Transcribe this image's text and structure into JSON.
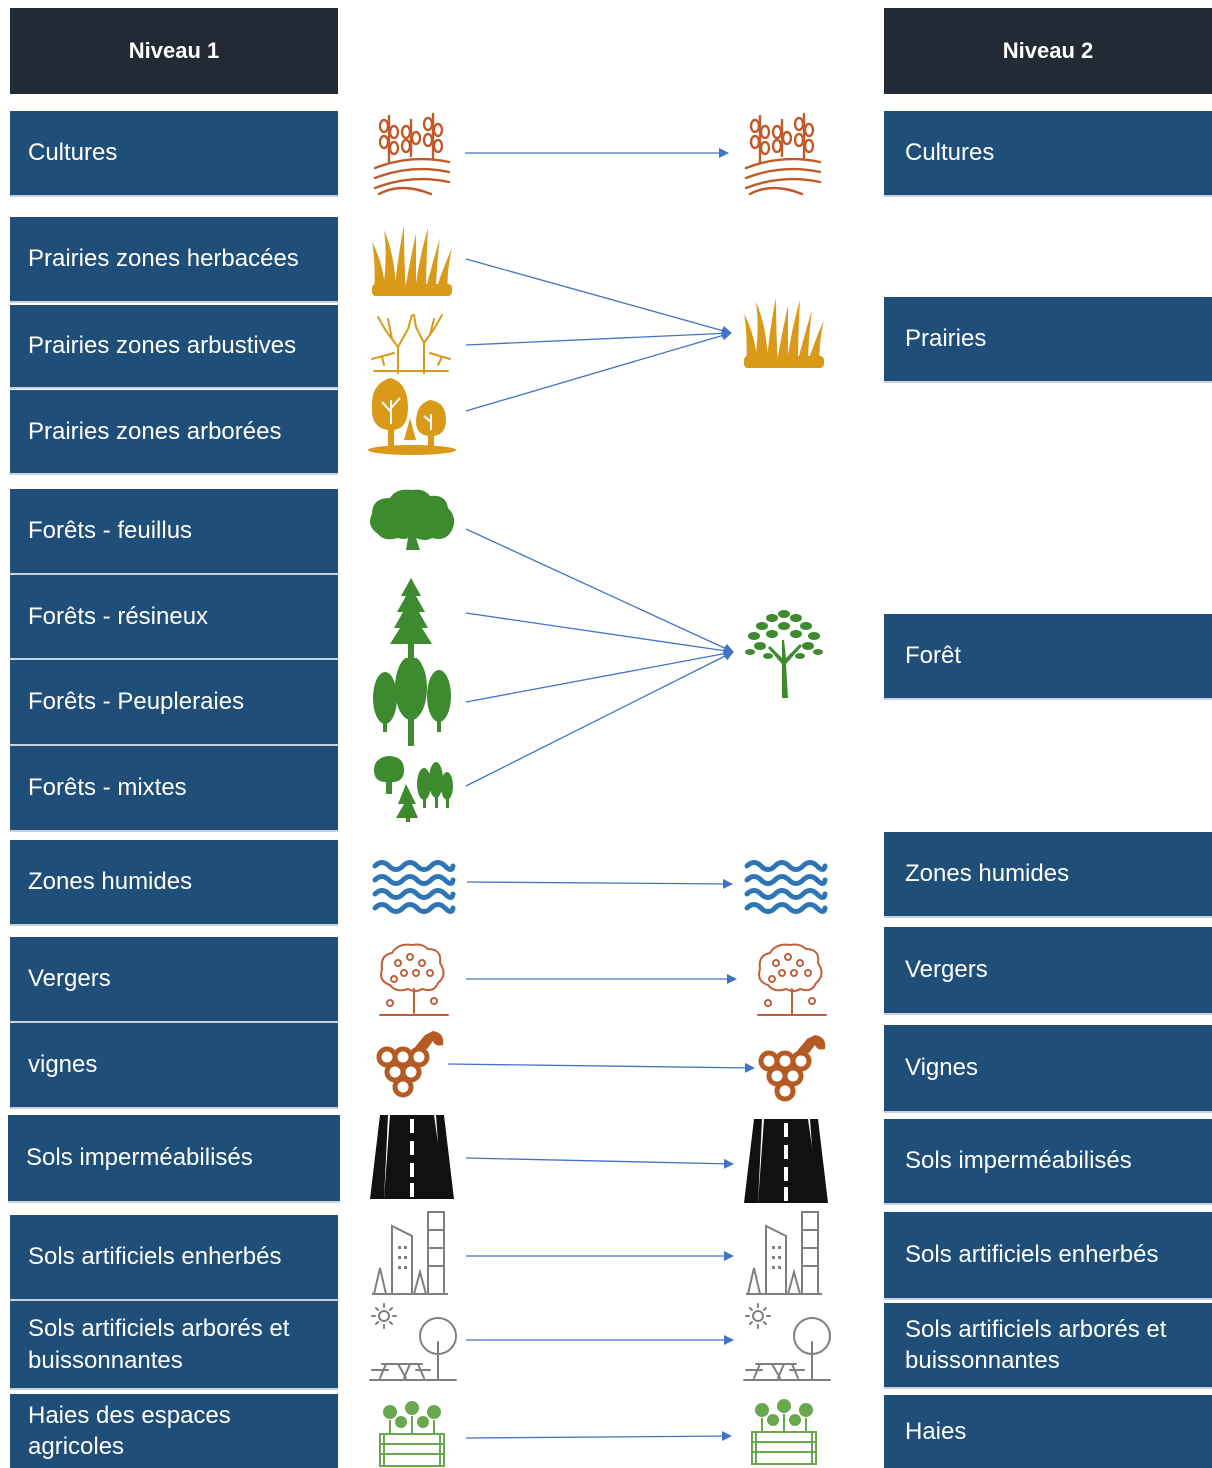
{
  "headers": {
    "level1": "Niveau 1",
    "level2": "Niveau 2"
  },
  "level1": [
    {
      "label": "Cultures",
      "icon": "crops-field-icon"
    },
    {
      "label": "Prairies zones herbacées",
      "icon": "grass-icon"
    },
    {
      "label": "Prairies zones arbustives",
      "icon": "shrubs-icon"
    },
    {
      "label": "Prairies zones arborées",
      "icon": "wooded-meadow-icon"
    },
    {
      "label": "Forêts  - feuillus",
      "icon": "broadleaf-tree-icon"
    },
    {
      "label": "Forêts  - résineux",
      "icon": "conifer-tree-icon"
    },
    {
      "label": "Forêts  - Peupleraies",
      "icon": "poplar-trees-icon"
    },
    {
      "label": "Forêts  - mixtes",
      "icon": "mixed-forest-icon"
    },
    {
      "label": "Zones humides",
      "icon": "water-waves-icon"
    },
    {
      "label": "Vergers",
      "icon": "orchard-tree-icon"
    },
    {
      "label": "vignes",
      "icon": "grapes-icon"
    },
    {
      "label": "Sols imperméabilisés",
      "icon": "road-icon"
    },
    {
      "label": "Sols artificiels enherbés",
      "icon": "city-buildings-icon"
    },
    {
      "label": "Sols artificiels arborés et buissonnantes",
      "icon": "park-bench-tree-icon"
    },
    {
      "label": "Haies des espaces agricoles",
      "icon": "hedge-planter-icon"
    }
  ],
  "level2": [
    {
      "label": "Cultures",
      "icon": "crops-field-icon"
    },
    {
      "label": "Prairies",
      "icon": "grass-icon"
    },
    {
      "label": "Forêt",
      "icon": "tree-icon"
    },
    {
      "label": "Zones humides",
      "icon": "water-waves-icon"
    },
    {
      "label": "Vergers",
      "icon": "orchard-tree-icon"
    },
    {
      "label": "Vignes",
      "icon": "grapes-icon"
    },
    {
      "label": "Sols imperméabilisés",
      "icon": "road-icon"
    },
    {
      "label": "Sols artificiels enherbés",
      "icon": "city-buildings-icon"
    },
    {
      "label": "Sols artificiels arborés et buissonnantes",
      "icon": "park-bench-tree-icon"
    },
    {
      "label": "Haies",
      "icon": "hedge-planter-icon"
    }
  ],
  "mapping": [
    0,
    1,
    1,
    1,
    2,
    2,
    2,
    2,
    3,
    4,
    5,
    6,
    7,
    8,
    9
  ],
  "colors": {
    "header": "#222a35",
    "box": "#1f4e79",
    "arrow": "#4472c4",
    "crops": "#c05a2a",
    "grass": "#d99a1a",
    "forest": "#3d8a2f",
    "water": "#2e75b6",
    "orchard": "#c0603a",
    "grapes": "#b55a22",
    "road": "#111111",
    "urban": "#7f7f7f",
    "hedge": "#6aa84f"
  }
}
